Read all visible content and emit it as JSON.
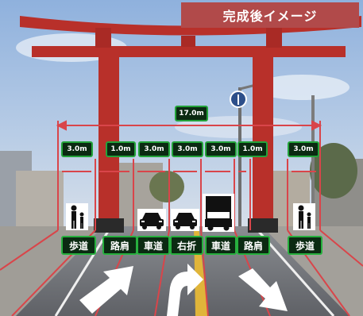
{
  "banner": {
    "title": "完成後イメージ",
    "background_color": "#b14a4a"
  },
  "dimensions": {
    "total": "17.0m",
    "segments": [
      "3.0m",
      "1.0m",
      "3.0m",
      "3.0m",
      "3.0m",
      "1.0m",
      "3.0m"
    ]
  },
  "lanes": [
    "歩道",
    "路肩",
    "車道",
    "右折",
    "車道",
    "路肩",
    "歩道"
  ],
  "icons": {
    "pedestrian": "pedestrian-parent-child-icon",
    "car": "car-icon",
    "truck": "truck-icon",
    "arrow_left": "arrow-up-right-icon",
    "arrow_center": "arrow-u-turn-icon",
    "arrow_right": "arrow-down-right-icon"
  },
  "colors": {
    "dimension_line": "#d9454a",
    "label_bg": "#0b2a12",
    "label_border": "#23a33a"
  }
}
